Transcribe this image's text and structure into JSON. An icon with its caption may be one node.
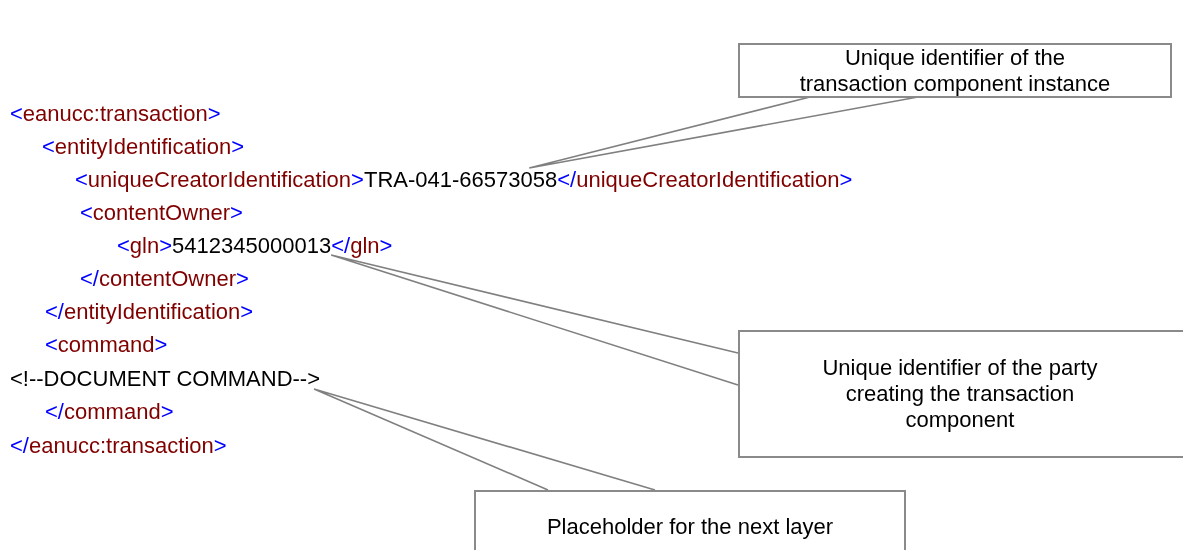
{
  "diagram": {
    "nodes": [
      {
        "text": [
          "Unique identifier of the transaction component instance"
        ]
      },
      {
        "text": [
          "TRA-041-66573058"
        ]
      },
      {
        "text": [
          "5412345000013"
        ]
      },
      {
        "text": [
          "Unique identifier of the party creating the transaction component"
        ]
      },
      {
        "text": [
          "<!--DOCUMENT COMMAND-->"
        ]
      },
      {
        "text": [
          "Placeholder for the next layer"
        ]
      }
    ],
    "edges": [
      {
        "from": 0,
        "to": 1,
        "arrow": "none"
      },
      {
        "from": 3,
        "to": 2,
        "arrow": "none"
      },
      {
        "from": 5,
        "to": 4,
        "arrow": "none"
      }
    ],
    "labels": [
      "<eanucc:transaction>",
      "<entityIdentification>",
      "<uniqueCreatorIdentification>",
      "</uniqueCreatorIdentification>",
      "<contentOwner>",
      "<gln>",
      "</gln>",
      "</contentOwner>",
      "</entityIdentification>",
      "<command>",
      "</command>",
      "</eanucc:transaction>"
    ]
  }
}
